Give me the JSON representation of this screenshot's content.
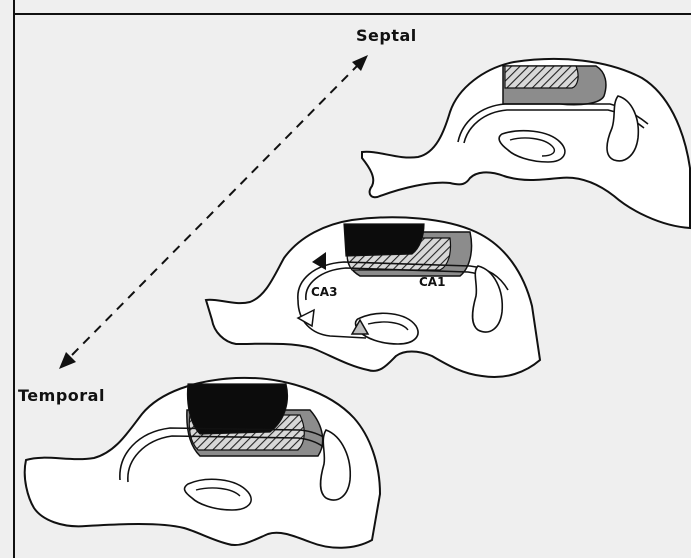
{
  "labels": {
    "septal": "Septal",
    "temporal": "Temporal",
    "ca3": "CA3",
    "ca1": "CA1"
  },
  "colors": {
    "background": "#efefef",
    "outline": "#111111",
    "black_region": "#0c0c0c",
    "gray_region": "#8c8c8c",
    "hatch": "#222222"
  }
}
